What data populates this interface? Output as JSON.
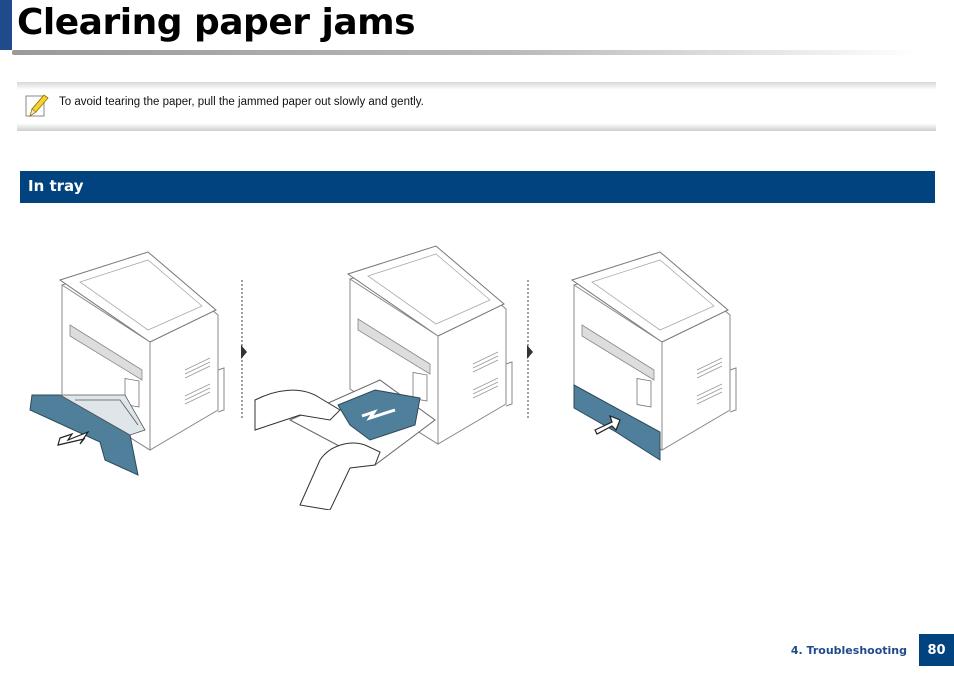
{
  "page": {
    "title": "Clearing paper jams",
    "note": "To avoid tearing the paper, pull the jammed paper out slowly and gently.",
    "section_title": "In tray",
    "footer_label": "4. Troubleshooting",
    "page_number": "80"
  },
  "colors": {
    "brand_blue": "#00437f",
    "tray_teal": "#4f7f9a"
  },
  "illustrations": [
    {
      "name": "step-1-pull-out-tray-icon"
    },
    {
      "name": "step-2-remove-jammed-paper-icon"
    },
    {
      "name": "step-3-insert-tray-icon"
    }
  ]
}
